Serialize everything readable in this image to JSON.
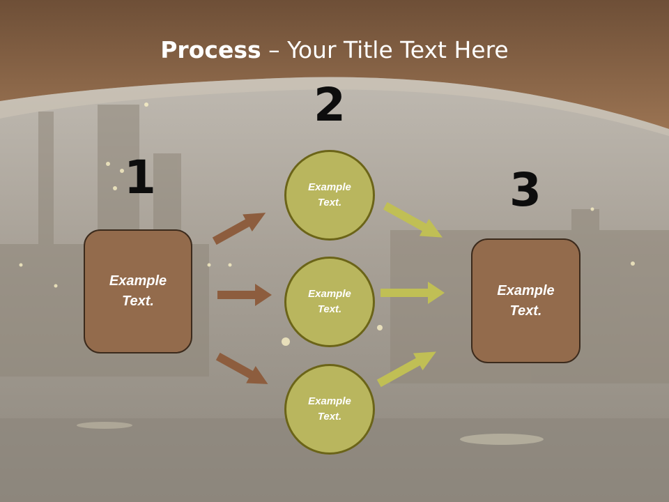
{
  "title": {
    "bold": "Process",
    "rest": " – Your Title Text Here"
  },
  "steps": {
    "one": "1",
    "two": "2",
    "three": "3"
  },
  "left_box": {
    "label": "Example\nText."
  },
  "circles": [
    {
      "label": "Example\nText."
    },
    {
      "label": "Example\nText."
    },
    {
      "label": "Example\nText."
    }
  ],
  "right_box": {
    "label": "Example\nText."
  },
  "colors": {
    "header": "#8a6446",
    "box_fill": "#936b4c",
    "circle_fill": "#b9b65e",
    "arrow_brown": "#8d5d3e",
    "arrow_olive": "#c0bf55"
  }
}
